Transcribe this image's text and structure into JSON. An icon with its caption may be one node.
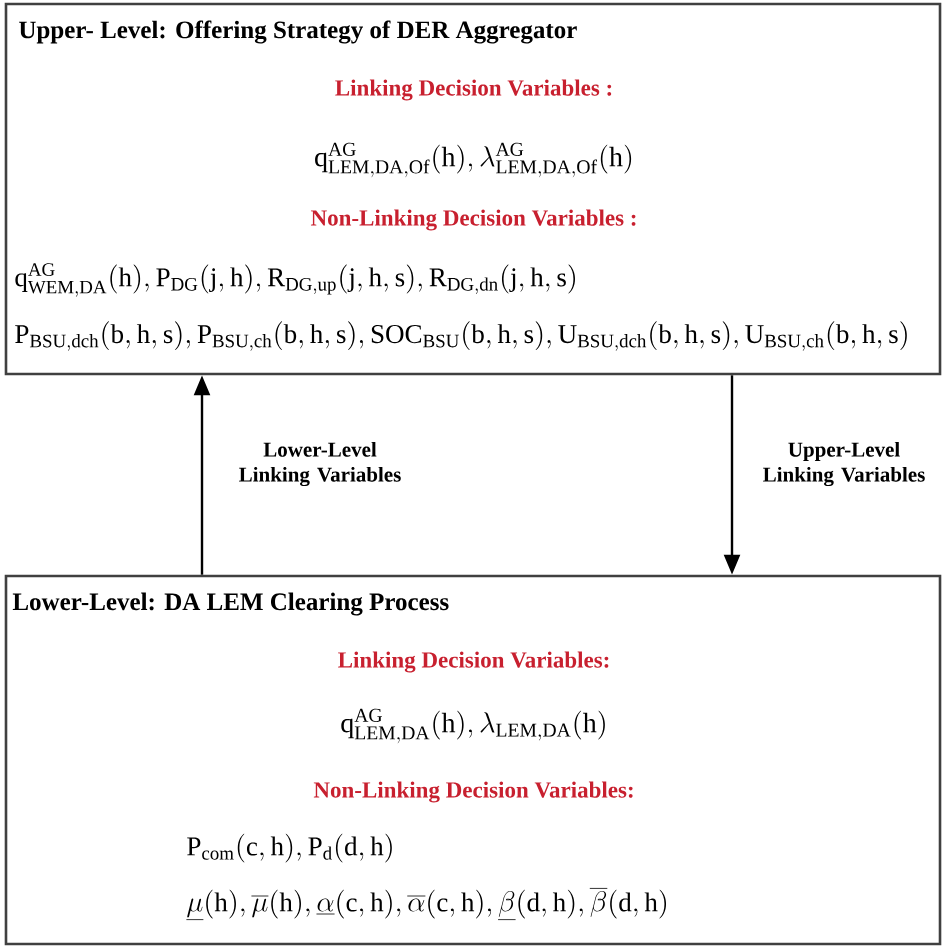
{
  "diagram": {
    "nodes": [
      {
        "text": [
          "Upper- Level: Offering Strategy of DER Aggregator",
          "Linking Decision Variables :",
          "\\mathrm{q}^{\\mathrm{AG}}_{\\mathrm{LEM,DA,Of}}(\\mathrm{h}),\\lambda^{\\mathrm{AG}}_{\\mathrm{LEM,DA,Of}}(\\mathrm{h})",
          "Non-Linking Decision Variables :",
          "\\mathrm{q}^{\\mathrm{AG}}_{\\mathrm{WEM,DA}}(\\mathrm{h}),\\mathrm{P}_{\\mathrm{DG}}(\\mathrm{j,h}),\\mathrm{R}_{\\mathrm{DG,up}}(\\mathrm{j,h,s}),\\mathrm{R}_{\\mathrm{DG,dn}}(\\mathrm{j,h,s})",
          "\\mathrm{P}_{\\mathrm{BSU,dch}}(\\mathrm{b,h,s}),\\mathrm{P}_{\\mathrm{BSU,ch}}(\\mathrm{b,h,s}),\\mathrm{SOC}_{\\mathrm{BSU}}(\\mathrm{b,h,s}),\\mathrm{U}_{\\mathrm{BSU,dch}}(\\mathrm{b,h,s}),\\mathrm{U}_{\\mathrm{BSU,ch}}(\\mathrm{b,h,s})"
        ]
      },
      {
        "text": [
          "Lower-Level: DA LEM Clearing Process",
          "Linking Decision Variables:",
          "\\mathrm{q}^{\\mathrm{AG}}_{\\mathrm{LEM,DA}}(\\mathrm{h}),\\lambda_{\\mathrm{LEM,DA}}(\\mathrm{h})",
          "Non-Linking Decision Variables:",
          "\\mathrm{P}_{\\mathrm{com}}(\\mathrm{c,h}),\\mathrm{P}_{\\mathrm{d}}(\\mathrm{d,h})",
          "\\underline{\\mu}(\\mathrm{h}),\\overline{\\mu}(\\mathrm{h}),\\underline{\\alpha}(\\mathrm{c,h}),\\overline{\\alpha}(\\mathrm{c,h}),\\underline{\\beta}(\\mathrm{d,h}),\\overline{\\beta}(\\mathrm{d,h})"
        ]
      }
    ],
    "edges": [
      {
        "from": 1,
        "to": 0,
        "arrow": "to",
        "label": "Lower-Level Linking Variables"
      },
      {
        "from": 0,
        "to": 1,
        "arrow": "to",
        "label": "Upper-Level Linking Variables"
      }
    ]
  }
}
